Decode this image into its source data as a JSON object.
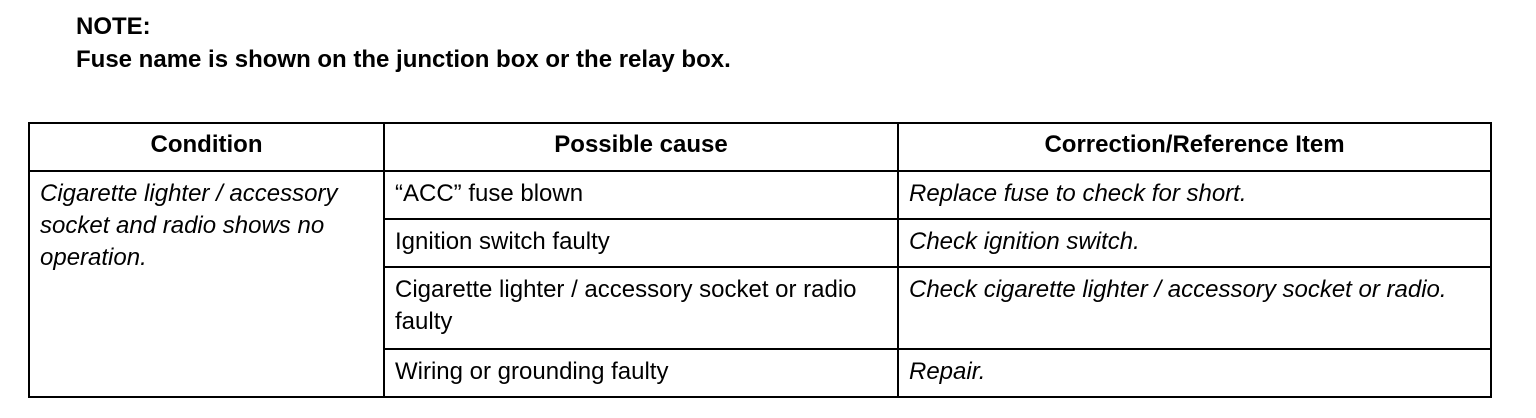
{
  "note": {
    "title": "NOTE:",
    "text": "Fuse name is shown on the junction box or the relay box."
  },
  "table": {
    "headers": [
      "Condition",
      "Possible cause",
      "Correction/Reference Item"
    ],
    "condition": "Cigarette lighter / accessory socket and radio shows no operation.",
    "rows": [
      {
        "cause": "“ACC” fuse blown",
        "correction": "Replace fuse to check for short."
      },
      {
        "cause": "Ignition switch faulty",
        "correction": "Check ignition switch."
      },
      {
        "cause": "Cigarette lighter / accessory socket or radio faulty",
        "correction": "Check cigarette lighter / accessory socket or radio."
      },
      {
        "cause": "Wiring or grounding faulty",
        "correction": "Repair."
      }
    ]
  }
}
